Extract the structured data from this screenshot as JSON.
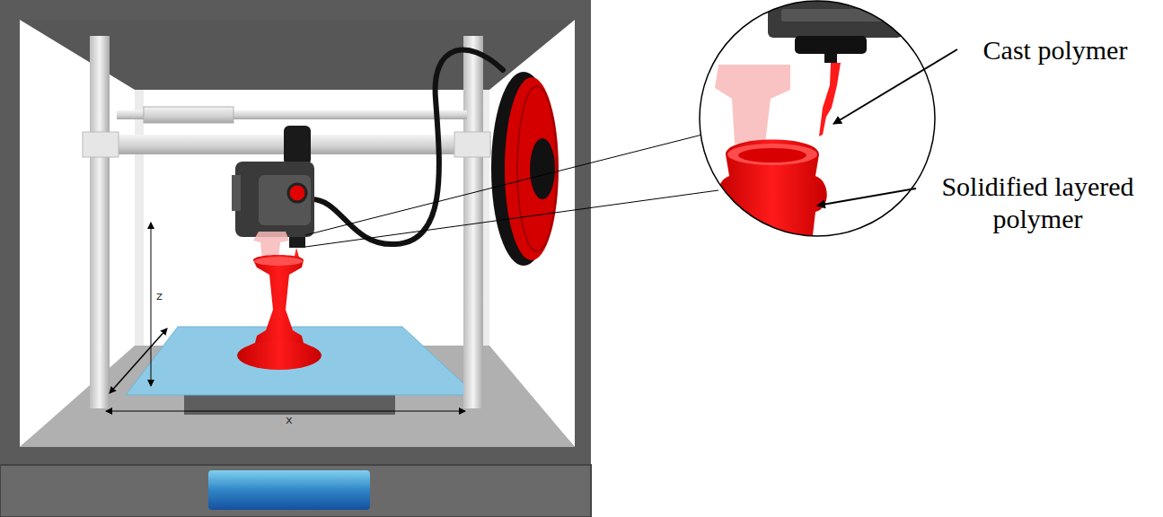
{
  "diagram": {
    "labels": [
      "z",
      "x",
      "Cast polymer",
      "Solidified layered polymer"
    ]
  }
}
